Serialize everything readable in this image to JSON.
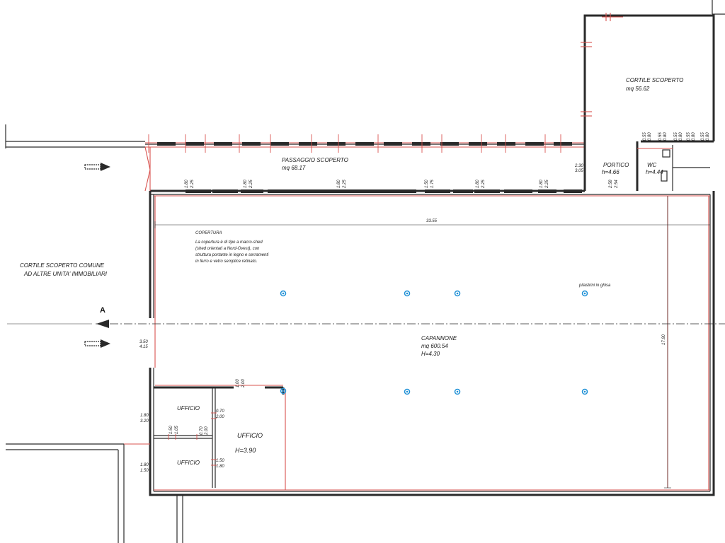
{
  "rooms": {
    "cortile_scoperto_top": {
      "name": "CORTILE SCOPERTO",
      "area": "mq 56.62"
    },
    "passaggio_scoperto": {
      "name": "PASSAGGIO SCOPERTO",
      "area": "mq 68.17"
    },
    "portico": {
      "name": "PORTICO",
      "height": "h=4.66"
    },
    "wc": {
      "name": "WC",
      "height": "h=4.44"
    },
    "capannone": {
      "name": "CAPANNONE",
      "area": "mq 600.54",
      "height": "H=4.30"
    },
    "ufficio_top": {
      "name": "UFFICIO"
    },
    "ufficio_bottom": {
      "name": "UFFICIO"
    },
    "ufficio_large": {
      "name": "UFFICIO",
      "height": "H=3.90"
    },
    "cortile_comune": {
      "line1": "CORTILE SCOPERTO COMUNE",
      "line2": "AD ALTRE UNITA' IMMOBILIARI"
    }
  },
  "notes": {
    "copertura_title": "COPERTURA",
    "copertura_lines": [
      "La copertura è di tipo a macro-shed",
      "(shed orientati a Nord-Ovest), con",
      "struttura portante in legno e serramenti",
      "in ferro e vetro semplice retinato."
    ],
    "pilastrini": "pilastrini in ghisa"
  },
  "dimensions": {
    "width_main": "33.55",
    "depth_main": "17.90",
    "portico_opening": [
      "2.30",
      "3.05"
    ],
    "portico_side": [
      "2.58",
      "2.54"
    ],
    "left_opening": [
      "3.50",
      "4.15"
    ],
    "office_left_1": [
      "1.80",
      "3.20"
    ],
    "office_left_2": [
      "1.80",
      "1.50"
    ],
    "office_door_top": [
      "1.00",
      "2.00"
    ],
    "office_mid_1": [
      "0.70",
      "2.00"
    ],
    "office_mid_2": [
      "0.70",
      "2.00"
    ],
    "office_mid_3": [
      "1.50",
      "1.80"
    ],
    "office_inner": [
      "1.50",
      "1.05"
    ],
    "windows_top": [
      [
        "1.80",
        "2.25"
      ],
      [
        "1.80",
        "2.25"
      ],
      [
        "1.80",
        "2.25"
      ],
      [
        "1.50",
        "1.75"
      ],
      [
        "1.80",
        "2.25"
      ],
      [
        "1.80",
        "2.25"
      ]
    ],
    "wc_windows": [
      [
        "0.55",
        "0.80"
      ],
      [
        "0.55",
        "0.80"
      ],
      [
        "0.55",
        "0.80"
      ],
      [
        "0.55",
        "0.80"
      ],
      [
        "0.55",
        "0.80"
      ]
    ]
  },
  "section_marker": "A",
  "colors": {
    "wall": "#2a2a2a",
    "highlight": "#d9534f",
    "column": "#1e90d6"
  }
}
